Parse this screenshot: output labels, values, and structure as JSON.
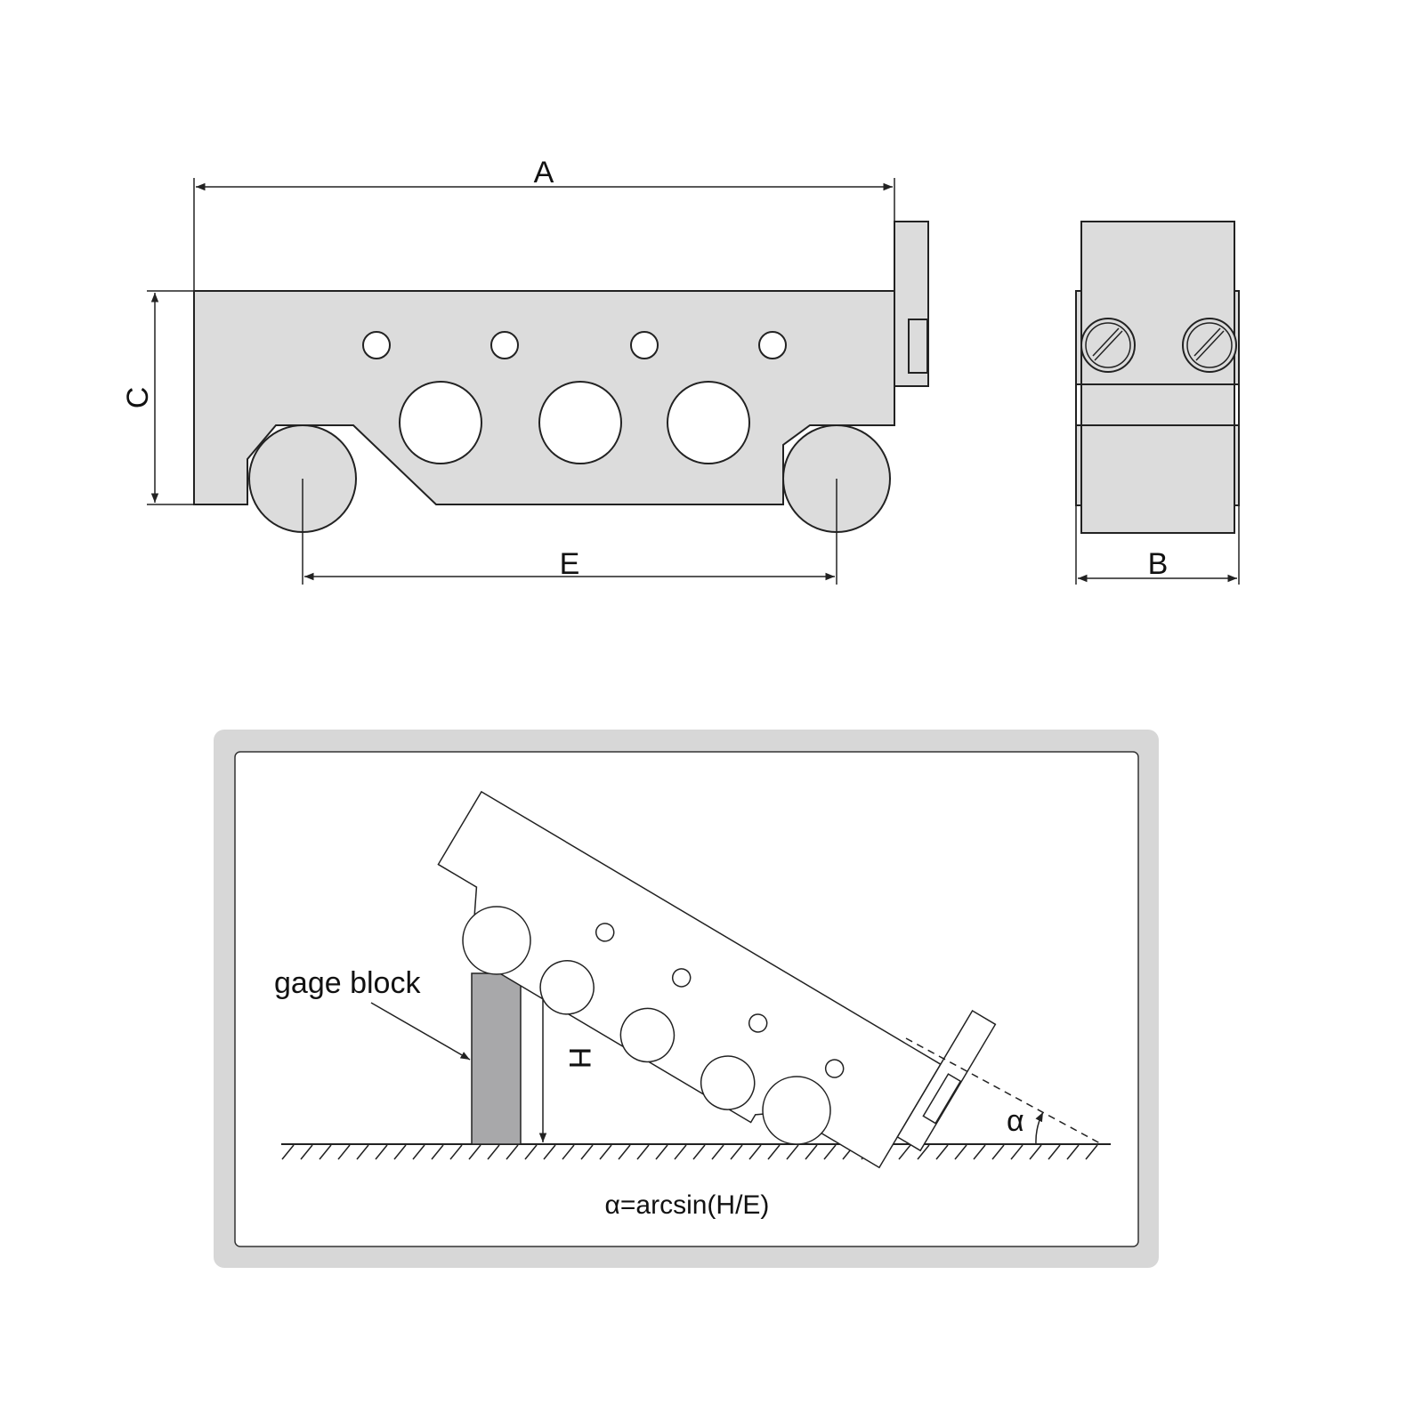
{
  "labels": {
    "dim_a": "A",
    "dim_b": "B",
    "dim_c": "C",
    "dim_e": "E",
    "dim_h": "H",
    "gage_block": "gage block",
    "alpha": "α",
    "formula": "α=arcsin(H/E)"
  },
  "colors": {
    "part_fill": "#dcdcdc",
    "gage_fill": "#a8a8aa",
    "panel_outer": "#d7d7d7",
    "line": "#222222"
  }
}
